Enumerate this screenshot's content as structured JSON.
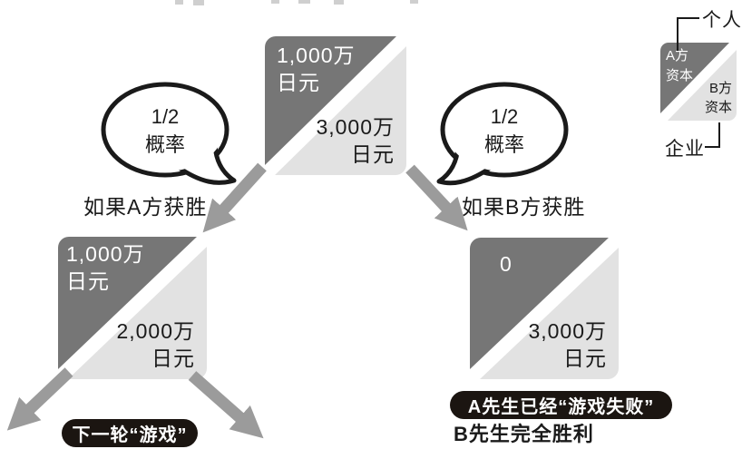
{
  "colors": {
    "dark": "#767676",
    "light": "#e2e2e2",
    "arrow": "#9b9b9b",
    "ink": "#1a1a1a",
    "pill": "#1b1511"
  },
  "legend": {
    "personal_label": "个人",
    "company_label": "企业",
    "a_side_line1": "A方",
    "a_side_line2": "资本",
    "b_side_line1": "B方",
    "b_side_line2": "资本"
  },
  "nodes": {
    "root": {
      "a_line1": "1,000万",
      "a_line2": "日元",
      "b_line1": "3,000万",
      "b_line2": "日元"
    },
    "left": {
      "a_line1": "1,000万",
      "a_line2": "日元",
      "b_line1": "2,000万",
      "b_line2": "日元"
    },
    "right": {
      "a_line1": "0",
      "a_line2": "",
      "b_line1": "3,000万",
      "b_line2": "日元"
    }
  },
  "probability_bubbles": {
    "left": {
      "line1": "1/2",
      "line2": "概率"
    },
    "right": {
      "line1": "1/2",
      "line2": "概率"
    }
  },
  "branch_labels": {
    "left": "如果A方获胜",
    "right": "如果B方获胜"
  },
  "outcomes": {
    "next_round_pill": "下一轮“游戏”",
    "a_lost_pill": "A先生已经“游戏失败”",
    "b_wins_text": "B先生完全胜利"
  }
}
